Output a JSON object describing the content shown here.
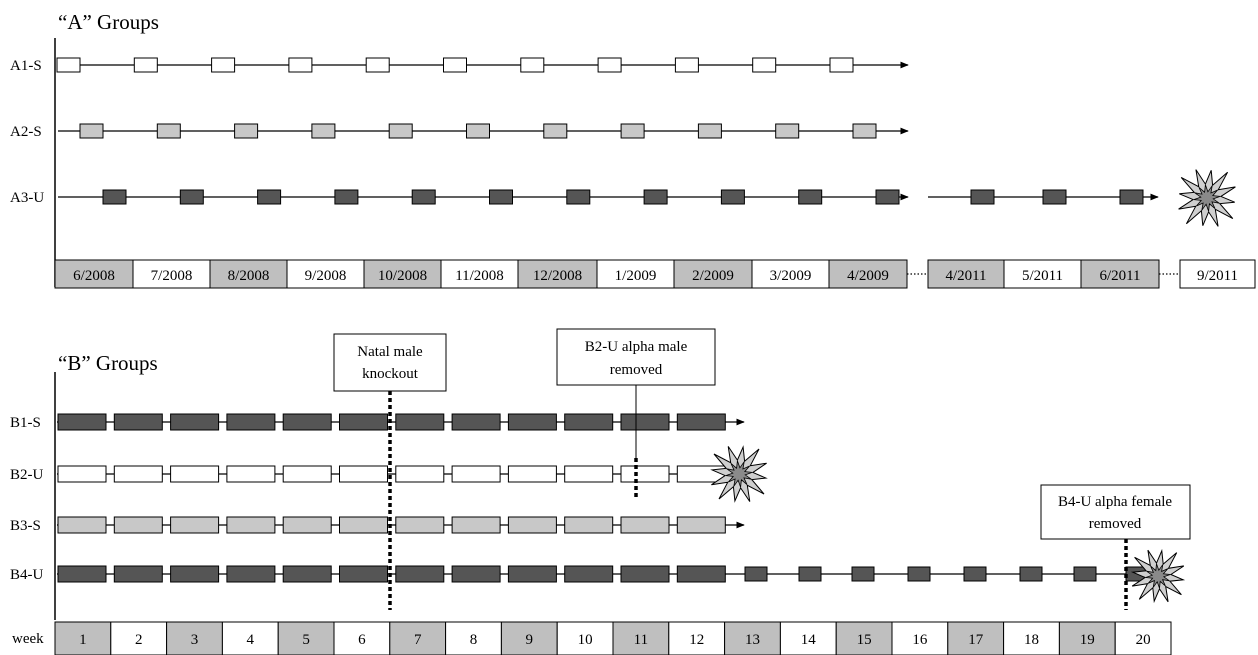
{
  "colors": {
    "white": "#ffffff",
    "light": "#c8c8c8",
    "dark": "#555555",
    "cell_gray": "#bfbfbf",
    "burst_fill": "#cfcfcf",
    "burst_inner": "#8a8a8a"
  },
  "a_panel": {
    "title": "“A” Groups",
    "rows": [
      {
        "label": "A1-S",
        "fill": "white"
      },
      {
        "label": "A2-S",
        "fill": "light"
      },
      {
        "label": "A3-U",
        "fill": "dark"
      }
    ],
    "timeline": [
      "6/2008",
      "7/2008",
      "8/2008",
      "9/2008",
      "10/2008",
      "11/2008",
      "12/2008",
      "1/2009",
      "2/2009",
      "3/2009",
      "4/2009",
      "4/2011",
      "5/2011",
      "6/2011",
      "9/2011"
    ],
    "burst_icon": "explosion-icon"
  },
  "b_panel": {
    "title": "“B” Groups",
    "rows": [
      {
        "label": "B1-S",
        "fill": "dark"
      },
      {
        "label": "B2-U",
        "fill": "white"
      },
      {
        "label": "B3-S",
        "fill": "light"
      },
      {
        "label": "B4-U",
        "fill": "dark"
      }
    ],
    "week_label": "week",
    "weeks": [
      "1",
      "2",
      "3",
      "4",
      "5",
      "6",
      "7",
      "8",
      "9",
      "10",
      "11",
      "12",
      "13",
      "14",
      "15",
      "16",
      "17",
      "18",
      "19",
      "20"
    ],
    "callouts": {
      "knockout": [
        "Natal male",
        "knockout"
      ],
      "b2": [
        "B2-U alpha male",
        "removed"
      ],
      "b4": [
        "B4-U alpha female",
        "removed"
      ]
    },
    "burst_icon": "explosion-icon"
  }
}
